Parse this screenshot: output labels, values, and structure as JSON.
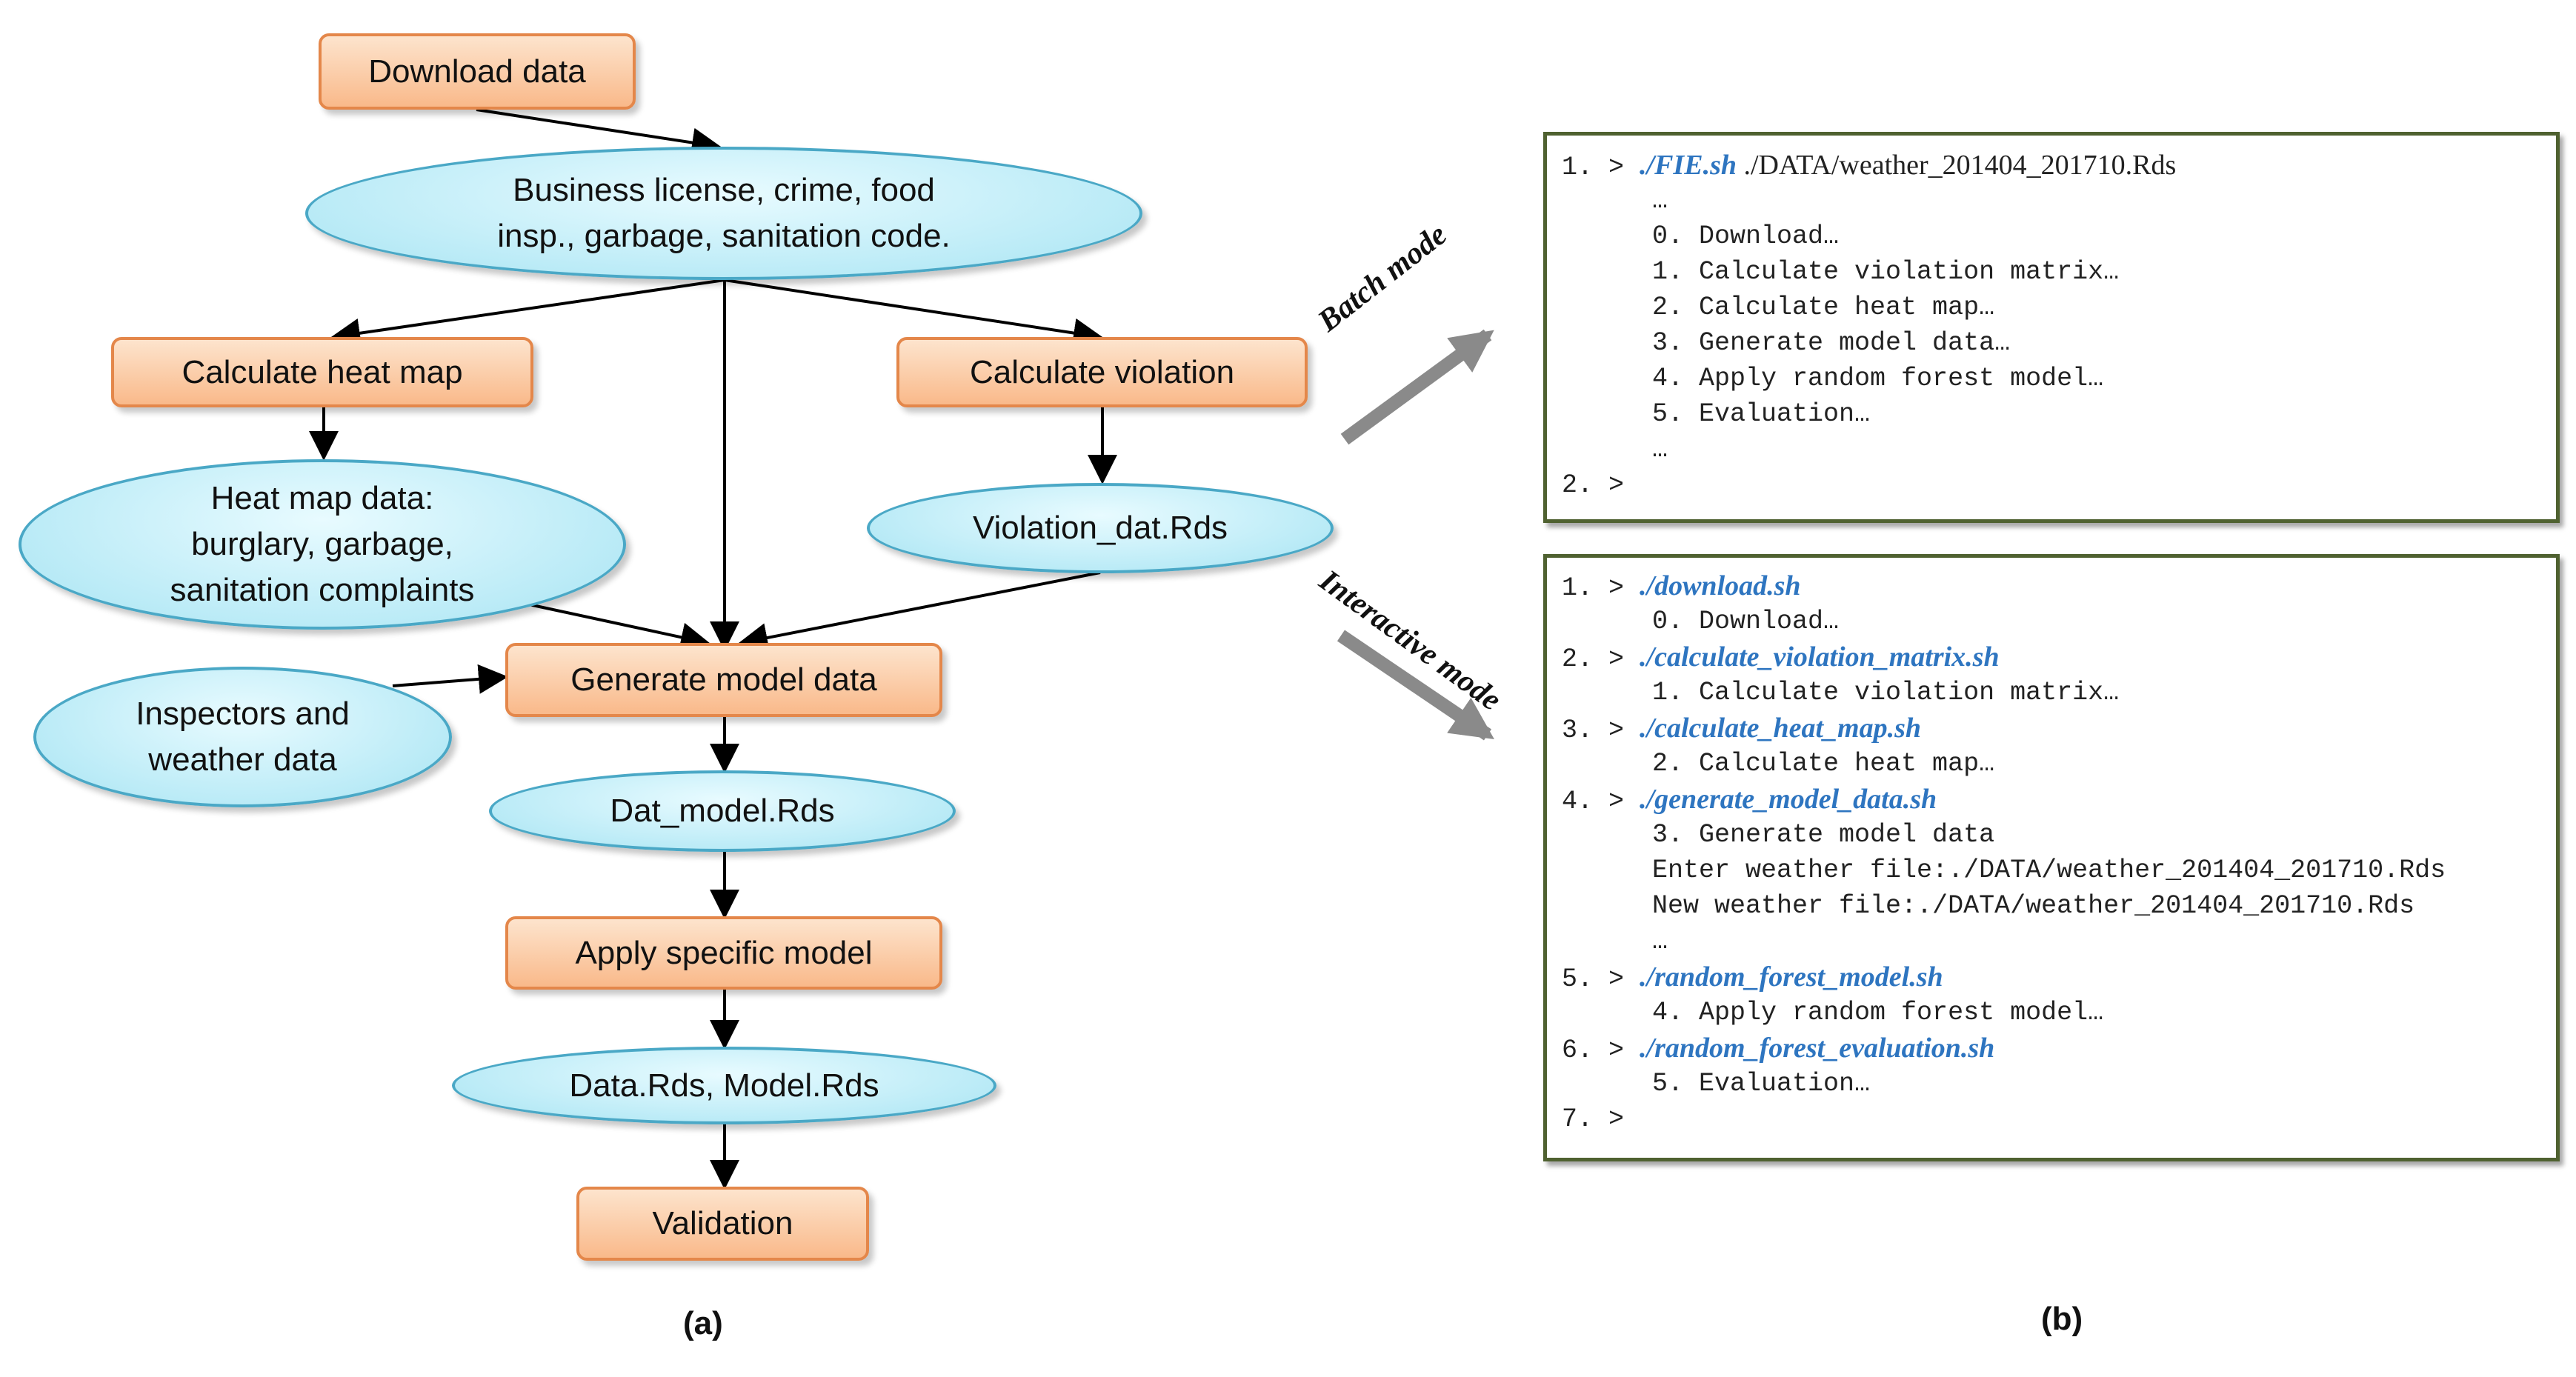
{
  "flowchart": {
    "download_data": "Download data",
    "sources": "Business license, crime, food\ninsp., garbage, sanitation code.",
    "calc_heat_map": "Calculate heat map",
    "calc_violation": "Calculate violation",
    "heat_map_data": "Heat map data:\nburglary, garbage,\nsanitation complaints",
    "violation_dat": "Violation_dat.Rds",
    "inspectors_weather": "Inspectors and\nweather data",
    "generate_model_data": "Generate model data",
    "dat_model": "Dat_model.Rds",
    "apply_model": "Apply specific model",
    "data_model_rds": "Data.Rds, Model.Rds",
    "validation": "Validation"
  },
  "panel_labels": {
    "a": "(a)",
    "b": "(b)"
  },
  "modes": {
    "batch": "Batch mode",
    "interactive": "Interactive mode"
  },
  "batch_terminal": {
    "line1_prefix": "1. > ",
    "line1_cmd": "./FIE.sh",
    "line1_arg": " ./DATA/weather_201404_201710.Rds",
    "lines": [
      "…",
      "0. Download…",
      "1. Calculate violation matrix…",
      "2. Calculate heat map…",
      "3. Generate model data…",
      "4. Apply random forest model…",
      "5. Evaluation…",
      "…"
    ],
    "last_prompt": "2. >"
  },
  "interactive_terminal": {
    "p1": "1. > ",
    "c1": "./download.sh",
    "o1": "0. Download…",
    "p2": "2. > ",
    "c2": "./calculate_violation_matrix.sh",
    "o2": "1. Calculate violation matrix…",
    "p3": "3. > ",
    "c3": "./calculate_heat_map.sh",
    "o3": "2. Calculate heat map…",
    "p4": "4. > ",
    "c4": "./generate_model_data.sh",
    "o4a": "3. Generate model data",
    "o4b": "Enter weather file:./DATA/weather_201404_201710.Rds",
    "o4c": "New weather file:./DATA/weather_201404_201710.Rds",
    "o4d": "…",
    "p5": "5. > ",
    "c5": "./random_forest_model.sh",
    "o5": "4. Apply random forest model…",
    "p6": "6. > ",
    "c6": "./random_forest_evaluation.sh",
    "o6": "5. Evaluation…",
    "p7": "7. >"
  }
}
